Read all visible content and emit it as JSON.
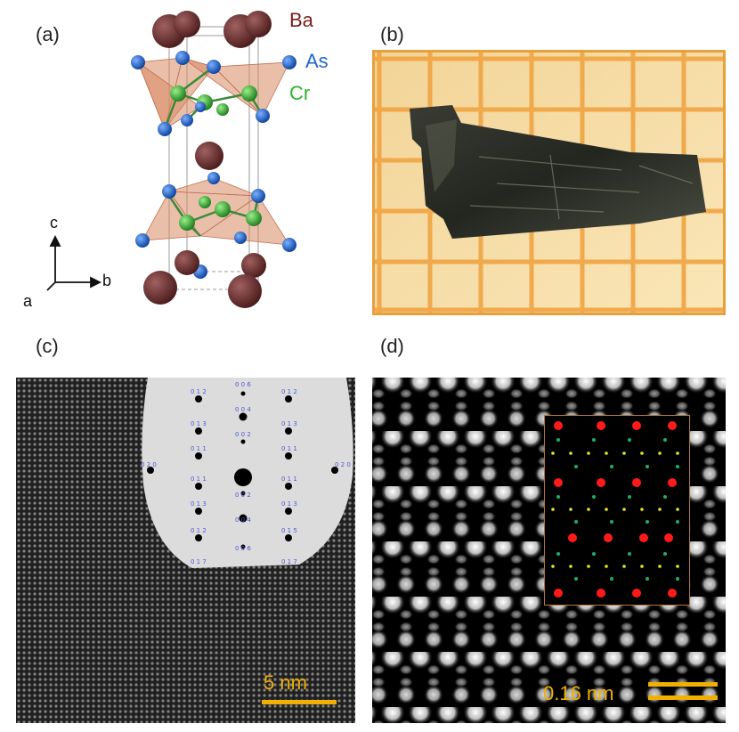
{
  "panel_labels": {
    "a": "(a)",
    "b": "(b)",
    "c": "(c)",
    "d": "(d)"
  },
  "elements": [
    {
      "name": "Ba",
      "color": "#7a1c1c"
    },
    {
      "name": "As",
      "color": "#1f66c9"
    },
    {
      "name": "Cr",
      "color": "#2db52d"
    }
  ],
  "axes": {
    "c": "c",
    "a": "a",
    "b": "b"
  },
  "scale_bars": {
    "c": "5 nm",
    "d": "0.16 nm"
  },
  "accent_color": "#f0b000",
  "diffraction_labels": {
    "top_center": "0 0 6",
    "left_edge": "0 2 0",
    "right_edge": "0 2 0",
    "center_rows": [
      "0 0 4",
      "0 0 2",
      "0 0 2",
      "0 0 4",
      "0 0 6"
    ],
    "left_rows": [
      "0 1 2",
      "0 1 3",
      "0 1 1",
      "0 1 1",
      "0 1 3",
      "0 1 2",
      "0 1 7"
    ],
    "right_rows": [
      "0 1 2",
      "0 1 3",
      "0 1 1",
      "0 1 1",
      "0 1 3",
      "0 1 5",
      "0 1 7"
    ]
  }
}
